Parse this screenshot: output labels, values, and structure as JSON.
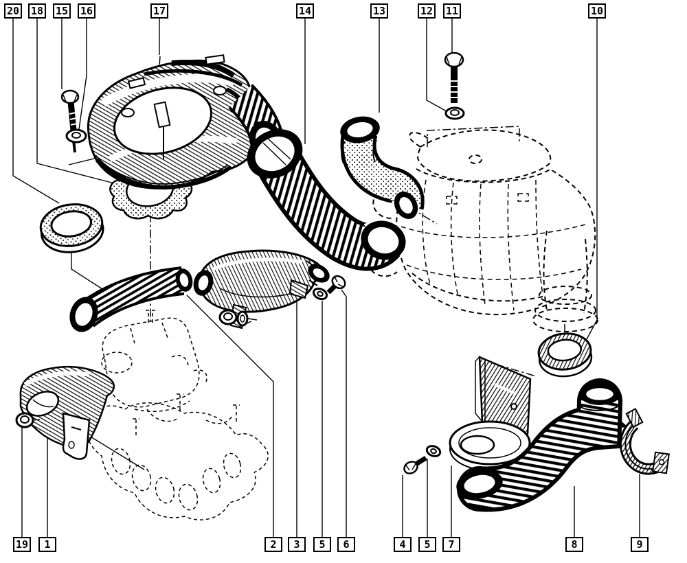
{
  "document": {
    "type": "exploded-parts-diagram",
    "subject": "air-intake-and-air-cleaner-assembly"
  },
  "colors": {
    "ink": "#000000",
    "paper": "#ffffff"
  },
  "callouts": {
    "top": [
      {
        "label": "20",
        "part": "seal-ring"
      },
      {
        "label": "18",
        "part": "cover-gasket"
      },
      {
        "label": "15",
        "part": "cover-bolt"
      },
      {
        "label": "16",
        "part": "cover-washer"
      },
      {
        "label": "17",
        "part": "air-cleaner-cover"
      },
      {
        "label": "14",
        "part": "corrugated-intake-hose"
      },
      {
        "label": "13",
        "part": "elbow-hose"
      },
      {
        "label": "12",
        "part": "housing-washer"
      },
      {
        "label": "11",
        "part": "housing-bolt"
      },
      {
        "label": "10",
        "part": "housing-seal-ring"
      }
    ],
    "bottom": [
      {
        "label": "19",
        "part": "shield-nut"
      },
      {
        "label": "1",
        "part": "heat-shield"
      },
      {
        "label": "2",
        "part": "hot-air-hose"
      },
      {
        "label": "3",
        "part": "air-intake-duct"
      },
      {
        "label": "5",
        "part": "washer"
      },
      {
        "label": "6",
        "part": "duct-bolt"
      },
      {
        "label": "4",
        "part": "bracket-bolt"
      },
      {
        "label": "5",
        "part": "bracket-washer"
      },
      {
        "label": "7",
        "part": "support-bracket"
      },
      {
        "label": "8",
        "part": "air-duct-hose"
      },
      {
        "label": "9",
        "part": "hose-clamp"
      }
    ]
  }
}
